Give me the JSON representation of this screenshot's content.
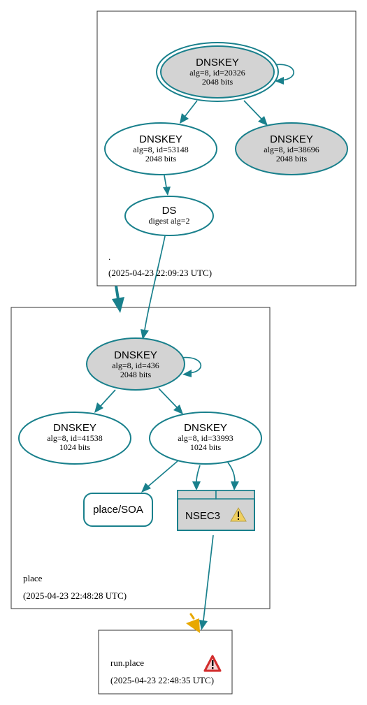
{
  "zones": {
    "root": {
      "name": ".",
      "timestamp": "(2025-04-23 22:09:23 UTC)",
      "ksk": {
        "title": "DNSKEY",
        "info": "alg=8, id=20326",
        "bits": "2048 bits"
      },
      "zsk1": {
        "title": "DNSKEY",
        "info": "alg=8, id=53148",
        "bits": "2048 bits"
      },
      "zsk2": {
        "title": "DNSKEY",
        "info": "alg=8, id=38696",
        "bits": "2048 bits"
      },
      "ds": {
        "title": "DS",
        "info": "digest alg=2"
      }
    },
    "place": {
      "name": "place",
      "timestamp": "(2025-04-23 22:48:28 UTC)",
      "ksk": {
        "title": "DNSKEY",
        "info": "alg=8, id=436",
        "bits": "2048 bits"
      },
      "zsk1": {
        "title": "DNSKEY",
        "info": "alg=8, id=41538",
        "bits": "1024 bits"
      },
      "zsk2": {
        "title": "DNSKEY",
        "info": "alg=8, id=33993",
        "bits": "1024 bits"
      },
      "soa": {
        "title": "place/SOA"
      },
      "nsec3": {
        "title": "NSEC3"
      }
    },
    "run": {
      "name": "run.place",
      "timestamp": "(2025-04-23 22:48:35 UTC)"
    }
  },
  "colors": {
    "edge": "#19808c",
    "node_fill": "#d3d3d3",
    "warning": "#f0d060",
    "error": "#d22c2c",
    "insecure_arrow": "#e8a800"
  },
  "icons": {
    "nsec3_status": "warning-icon",
    "run_status": "error-icon"
  }
}
